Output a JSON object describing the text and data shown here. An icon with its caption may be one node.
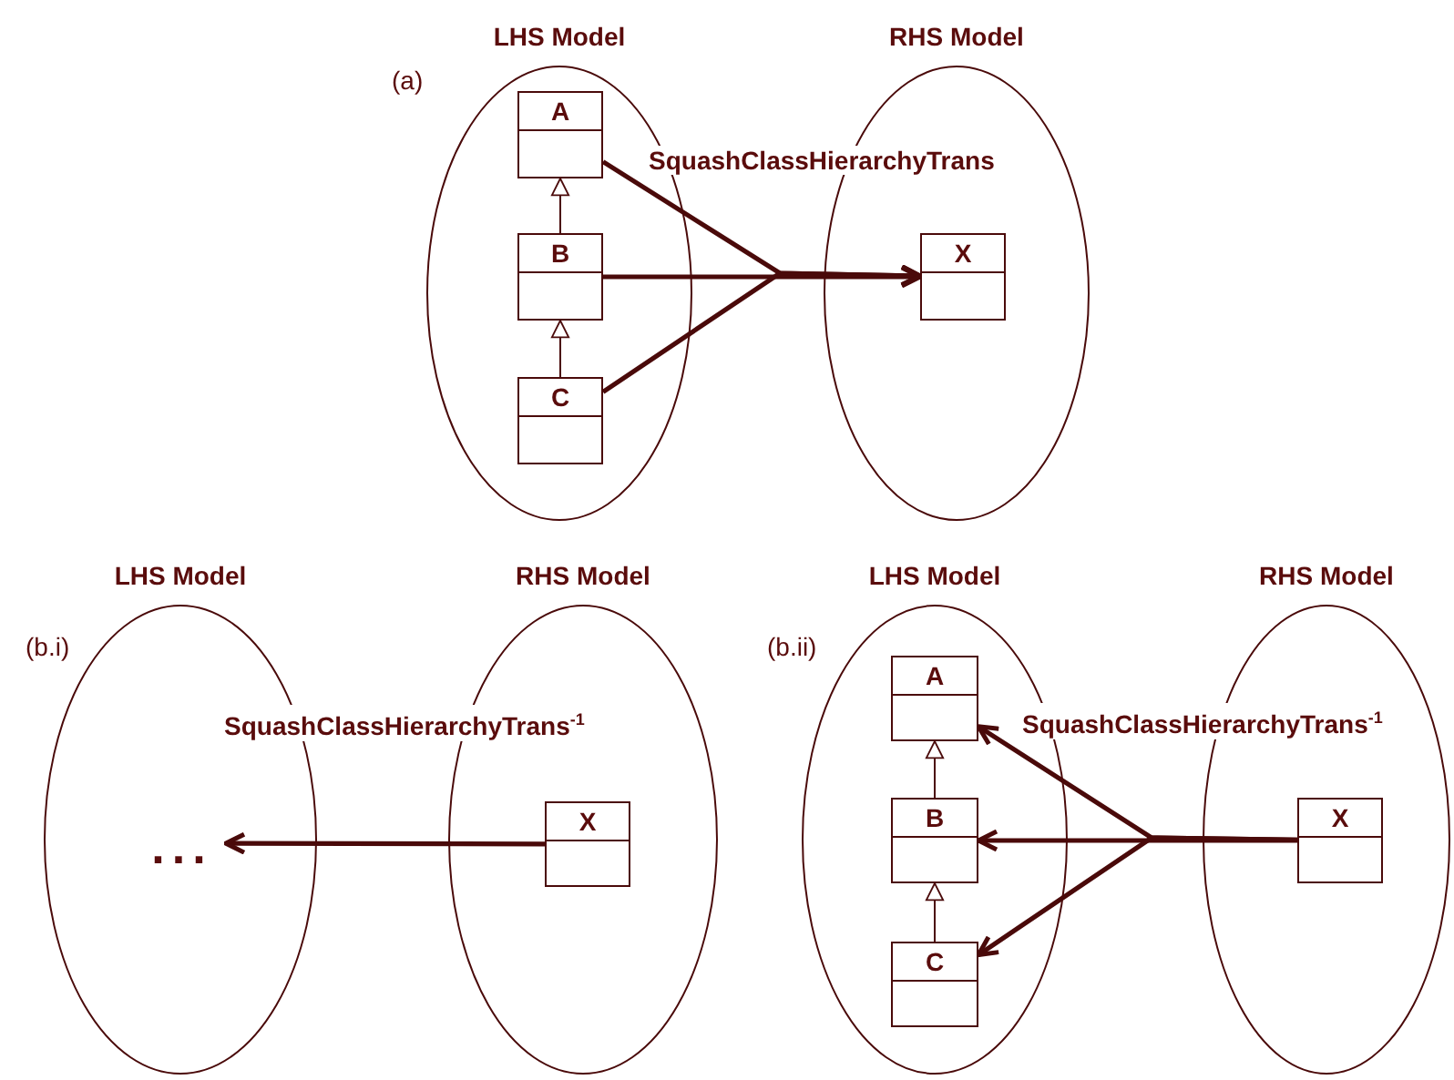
{
  "diagram": {
    "nodes": [
      {
        "text": [
          "LHS Model"
        ]
      },
      {
        "text": [
          "A"
        ],
        "in": 0
      },
      {
        "text": [
          "B"
        ],
        "in": 0
      },
      {
        "text": [
          "C"
        ],
        "in": 0
      },
      {
        "text": [
          "RHS Model"
        ]
      },
      {
        "text": [
          "X"
        ],
        "in": 4
      },
      {
        "text": [
          "LHS Model"
        ]
      },
      {
        "text": [
          "..."
        ],
        "in": 6
      },
      {
        "text": [
          "RHS Model"
        ]
      },
      {
        "text": [
          "X"
        ],
        "in": 8
      },
      {
        "text": [
          "LHS Model"
        ]
      },
      {
        "text": [
          "A"
        ],
        "in": 10
      },
      {
        "text": [
          "B"
        ],
        "in": 10
      },
      {
        "text": [
          "C"
        ],
        "in": 10
      },
      {
        "text": [
          "RHS Model"
        ]
      },
      {
        "text": [
          "X"
        ],
        "in": 14
      }
    ],
    "edges": [
      {
        "from": 2,
        "to": 1,
        "arrow": "to"
      },
      {
        "from": 3,
        "to": 2,
        "arrow": "to"
      },
      {
        "from": 1,
        "to": 5,
        "arrow": "to",
        "label": "SquashClassHierarchyTrans"
      },
      {
        "from": 2,
        "to": 5,
        "arrow": "to"
      },
      {
        "from": 3,
        "to": 5,
        "arrow": "to"
      },
      {
        "from": 9,
        "to": 7,
        "arrow": "to",
        "label": "SquashClassHierarchyTrans$^{-1}$"
      },
      {
        "from": 12,
        "to": 11,
        "arrow": "to"
      },
      {
        "from": 13,
        "to": 12,
        "arrow": "to"
      },
      {
        "from": 15,
        "to": 11,
        "arrow": "to",
        "label": "SquashClassHierarchyTrans$^{-1}$"
      },
      {
        "from": 15,
        "to": 12,
        "arrow": "to"
      },
      {
        "from": 15,
        "to": 13,
        "arrow": "to"
      }
    ],
    "labels": [
      "(a)",
      "(b.i)",
      "(b.ii)"
    ]
  }
}
